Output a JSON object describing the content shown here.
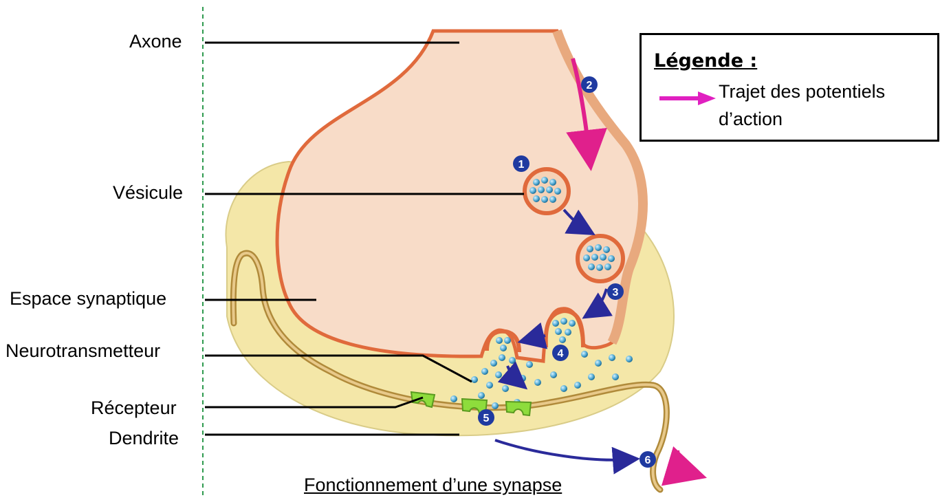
{
  "labels": {
    "axone": "Axone",
    "vesicule": "Vésicule",
    "espace": "Espace synaptique",
    "neuro": "Neurotransmetteur",
    "recepteur": "Récepteur",
    "dendrite": "Dendrite"
  },
  "legend": {
    "title": "Légende :",
    "item": "Trajet des potentiels d’action",
    "arrow_color": "#e020c0"
  },
  "caption": "Fonctionnement d’une synapse",
  "steps": [
    "1",
    "2",
    "3",
    "4",
    "5",
    "6"
  ],
  "colors": {
    "axon_fill": "#f8dcc8",
    "membrane": "#e06a3c",
    "synaptic_space": "#f4e7a8",
    "dendrite_membrane": "#b08a3a",
    "vesicle_dot": "#5ab0d8",
    "receptor": "#8edc3c",
    "step_badge": "#1f3aa0",
    "flow_arrow": "#2a2a9a",
    "guide_line": "#2e9a4e"
  }
}
